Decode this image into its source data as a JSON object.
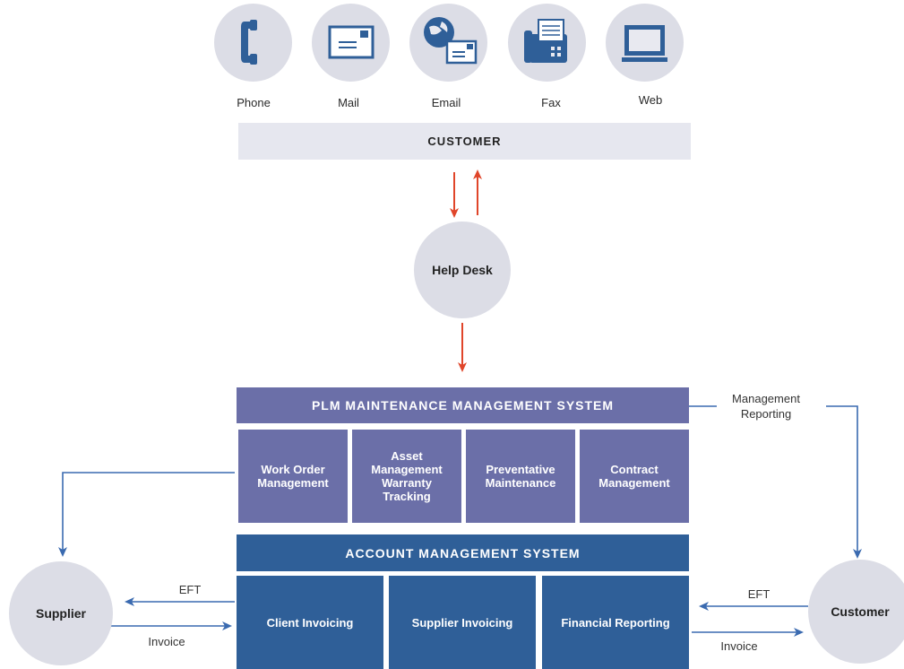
{
  "channels": [
    {
      "label": "Phone",
      "icon": "phone-icon"
    },
    {
      "label": "Mail",
      "icon": "mail-icon"
    },
    {
      "label": "Email",
      "icon": "email-icon"
    },
    {
      "label": "Fax",
      "icon": "fax-icon"
    },
    {
      "label": "Web",
      "icon": "web-icon"
    }
  ],
  "customer_bar": "CUSTOMER",
  "help_desk": "Help Desk",
  "plm": {
    "title": "PLM MAINTENANCE MANAGEMENT SYSTEM",
    "modules": [
      "Work Order Management",
      "Asset Management Warranty Tracking",
      "Preventative Maintenance",
      "Contract Management"
    ]
  },
  "ams": {
    "title": "ACCOUNT MANAGEMENT SYSTEM",
    "modules": [
      "Client Invoicing",
      "Supplier Invoicing",
      "Financial Reporting"
    ]
  },
  "management_reporting": "Management Reporting",
  "supplier": {
    "label": "Supplier",
    "eft": "EFT",
    "invoice": "Invoice"
  },
  "customer": {
    "label": "Customer",
    "eft": "EFT",
    "invoice": "Invoice"
  },
  "colors": {
    "purple": "#6b6fa8",
    "blue": "#2f5f98",
    "arrow_red": "#e0452a",
    "arrow_blue": "#3a6ab0",
    "circle": "#dcdde6"
  }
}
